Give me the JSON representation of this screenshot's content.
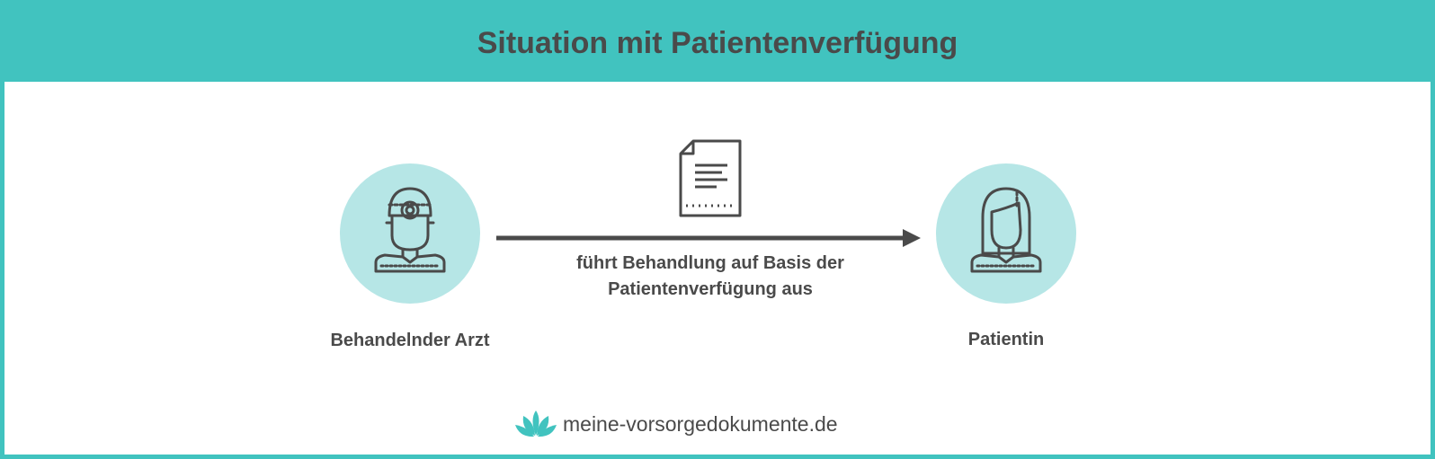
{
  "title": "Situation mit Patientenverfügung",
  "actors": {
    "doctor": {
      "label": "Behandelnder Arzt",
      "icon": "doctor-icon"
    },
    "patient": {
      "label": "Patientin",
      "icon": "patient-icon"
    }
  },
  "relation": {
    "line1": "führt Behandlung auf Basis der",
    "line2": "Patientenverfügung aus",
    "icon": "document-icon"
  },
  "brand": {
    "name": "meine-vorsorgedokumente.de",
    "icon": "lotus-logo-icon"
  },
  "colors": {
    "accent": "#41c3bf",
    "circle": "#b6e6e6",
    "text": "#4a4a4a"
  }
}
